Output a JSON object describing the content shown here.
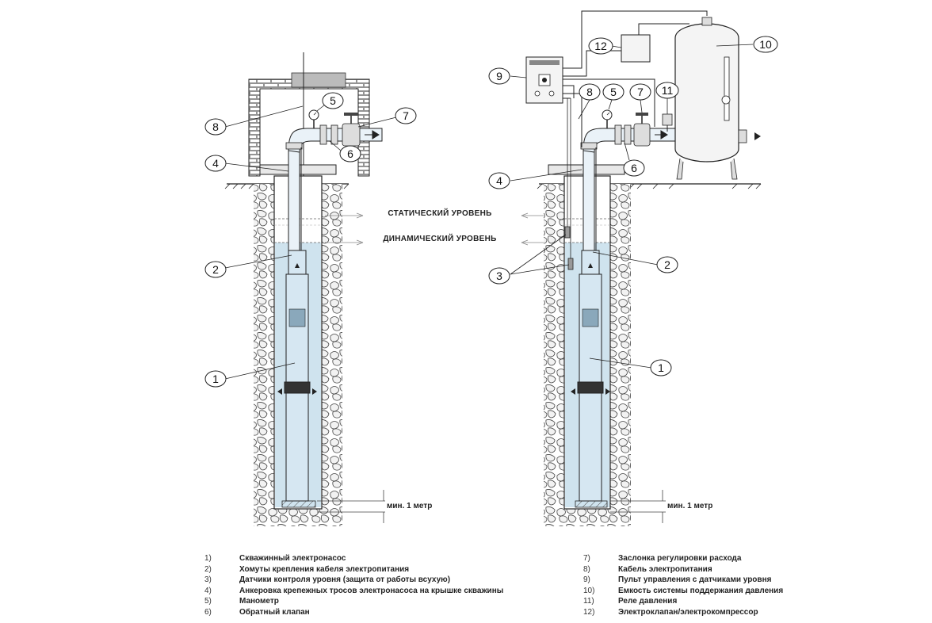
{
  "callouts": {
    "left": {
      "c1": "1",
      "c2": "2",
      "c4": "4",
      "c5": "5",
      "c6": "6",
      "c7": "7",
      "c8": "8"
    },
    "right": {
      "c1": "1",
      "c2": "2",
      "c3": "3",
      "c4": "4",
      "c5": "5",
      "c6": "6",
      "c7": "7",
      "c8": "8",
      "c9": "9",
      "c10": "10",
      "c11": "11",
      "c12": "12"
    }
  },
  "levels": {
    "static": "СТАТИЧЕСКИЙ УРОВЕНЬ",
    "dynamic": "ДИНАМИЧЕСКИЙ УРОВЕНЬ"
  },
  "min_depth": {
    "left": "мин. 1 метр",
    "right": "мин. 1 метр"
  },
  "legend": {
    "left": [
      {
        "num": "1)",
        "text": "Скважинный электронасос"
      },
      {
        "num": "2)",
        "text": "Хомуты крепления кабеля электропитания"
      },
      {
        "num": "3)",
        "text": "Датчики контроля уровня (защита от работы всухую)"
      },
      {
        "num": "4)",
        "text": "Анкеровка крепежных тросов электронасоса на крышке скважины"
      },
      {
        "num": "5)",
        "text": "Манометр"
      },
      {
        "num": "6)",
        "text": "Обратный клапан"
      }
    ],
    "right": [
      {
        "num": "7)",
        "text": "Заслонка  регулировки  расхода"
      },
      {
        "num": "8)",
        "text": "Кабель электропитания"
      },
      {
        "num": "9)",
        "text": "Пульт управления с датчиками уровня"
      },
      {
        "num": "10)",
        "text": "Емкость системы поддержания давления"
      },
      {
        "num": "11)",
        "text": "Реле давления"
      },
      {
        "num": "12)",
        "text": "Электроклапан/электрокомпрессор"
      }
    ]
  },
  "colors": {
    "water": "#cfe3ee",
    "pipe": "#eaf2f8",
    "pump": "#d6e7f2",
    "stone": "#f4f4f4",
    "outline": "#1a1a1a"
  }
}
